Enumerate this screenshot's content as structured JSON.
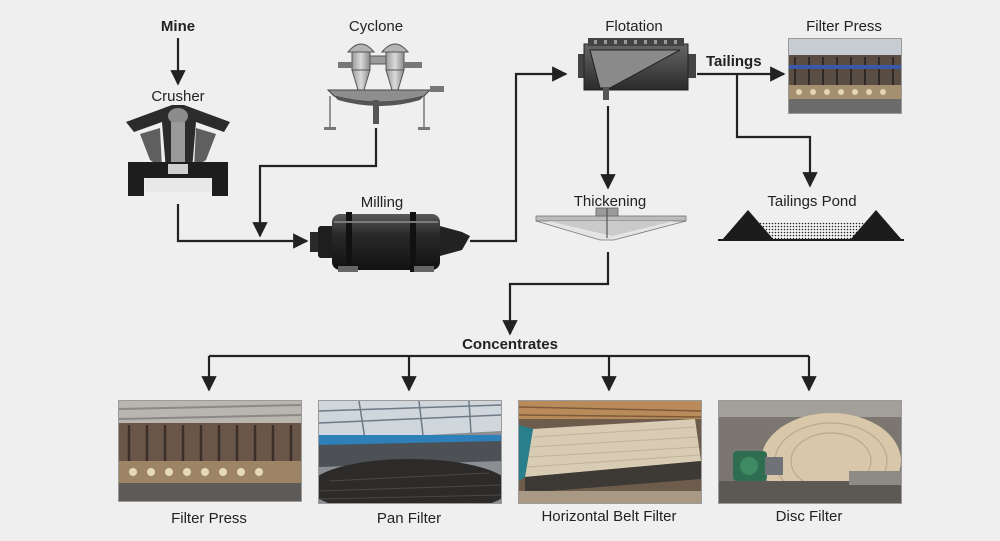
{
  "nodes": {
    "mine": "Mine",
    "crusher": "Crusher",
    "cyclone": "Cyclone",
    "milling": "Milling",
    "flotation": "Flotation",
    "tailings": "Tailings",
    "filter_press_top": "Filter Press",
    "thickening": "Thickening",
    "tailings_pond": "Tailings Pond",
    "concentrates": "Concentrates"
  },
  "filters": [
    {
      "label": "Filter Press"
    },
    {
      "label": "Pan Filter"
    },
    {
      "label": "Horizontal Belt Filter"
    },
    {
      "label": "Disc Filter"
    }
  ],
  "colors": {
    "background": "#efefef",
    "line": "#222222",
    "equipment_dark": "#2a2a2a",
    "equipment_mid": "#6e6e6e",
    "equipment_light": "#c9c9c9"
  }
}
